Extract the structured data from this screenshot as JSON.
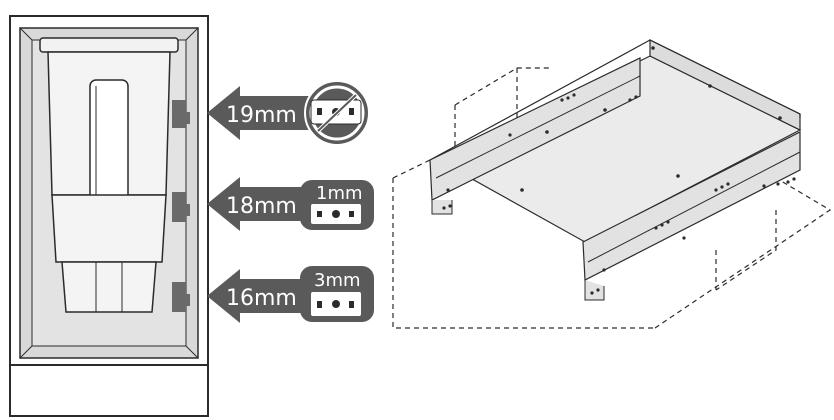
{
  "arrows": [
    {
      "label": "19mm",
      "badge_text": "",
      "badge_type": "prohibited"
    },
    {
      "label": "18mm",
      "badge_text": "1mm",
      "badge_type": "spacer"
    },
    {
      "label": "16mm",
      "badge_text": "3mm",
      "badge_type": "spacer"
    }
  ],
  "colors": {
    "arrow_fill": "#5a5a5a",
    "line": "#2b2b2b",
    "panel_fill": "#d9d9d9",
    "drawer_fill": "#e6e6e6",
    "white": "#ffffff"
  }
}
